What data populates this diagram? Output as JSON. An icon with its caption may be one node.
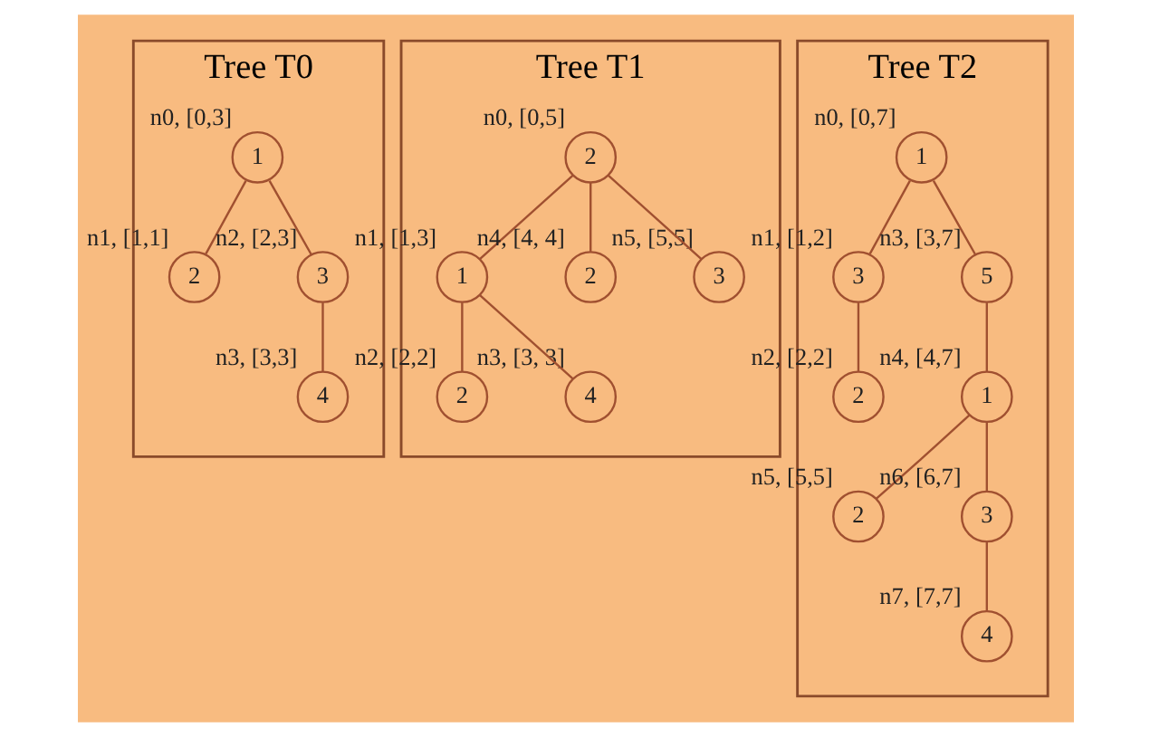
{
  "diagram": {
    "nodes": [
      {
        "text": [
          "Tree T0"
        ]
      },
      {
        "text": [
          "1"
        ],
        "in": 0,
        "beside": [
          "n0, [0,3]"
        ]
      },
      {
        "text": [
          "2"
        ],
        "in": 0,
        "beside": [
          "n1, [1,1]"
        ]
      },
      {
        "text": [
          "3"
        ],
        "in": 0,
        "beside": [
          "n2, [2,3]"
        ]
      },
      {
        "text": [
          "4"
        ],
        "in": 0,
        "beside": [
          "n3, [3,3]"
        ]
      },
      {
        "text": [
          "Tree T1"
        ]
      },
      {
        "text": [
          "2"
        ],
        "in": 5,
        "beside": [
          "n0, [0,5]"
        ]
      },
      {
        "text": [
          "1"
        ],
        "in": 5,
        "beside": [
          "n1, [1,3]"
        ]
      },
      {
        "text": [
          "2"
        ],
        "in": 5,
        "beside": [
          "n2, [2,2]"
        ]
      },
      {
        "text": [
          "4"
        ],
        "in": 5,
        "beside": [
          "n3, [3, 3]"
        ]
      },
      {
        "text": [
          "2"
        ],
        "in": 5,
        "beside": [
          "n4, [4, 4]"
        ]
      },
      {
        "text": [
          "3"
        ],
        "in": 5,
        "beside": [
          "n5, [5,5]"
        ]
      },
      {
        "text": [
          "Tree T2"
        ]
      },
      {
        "text": [
          "1"
        ],
        "in": 12,
        "beside": [
          "n0, [0,7]"
        ]
      },
      {
        "text": [
          "3"
        ],
        "in": 12,
        "beside": [
          "n1, [1,2]"
        ]
      },
      {
        "text": [
          "2"
        ],
        "in": 12,
        "beside": [
          "n2, [2,2]"
        ]
      },
      {
        "text": [
          "5"
        ],
        "in": 12,
        "beside": [
          "n3, [3,7]"
        ]
      },
      {
        "text": [
          "1"
        ],
        "in": 12,
        "beside": [
          "n4, [4,7]"
        ]
      },
      {
        "text": [
          "2"
        ],
        "in": 12,
        "beside": [
          "n5, [5,5]"
        ]
      },
      {
        "text": [
          "3"
        ],
        "in": 12,
        "beside": [
          "n6, [6,7]"
        ]
      },
      {
        "text": [
          "4"
        ],
        "in": 12,
        "beside": [
          "n7, [7,7]"
        ]
      }
    ],
    "edges": [
      {
        "from": 1,
        "to": 2,
        "arrow": "none"
      },
      {
        "from": 1,
        "to": 3,
        "arrow": "none"
      },
      {
        "from": 3,
        "to": 4,
        "arrow": "none"
      },
      {
        "from": 6,
        "to": 7,
        "arrow": "none"
      },
      {
        "from": 6,
        "to": 10,
        "arrow": "none"
      },
      {
        "from": 6,
        "to": 11,
        "arrow": "none"
      },
      {
        "from": 7,
        "to": 8,
        "arrow": "none"
      },
      {
        "from": 7,
        "to": 9,
        "arrow": "none"
      },
      {
        "from": 13,
        "to": 14,
        "arrow": "none"
      },
      {
        "from": 13,
        "to": 16,
        "arrow": "none"
      },
      {
        "from": 14,
        "to": 15,
        "arrow": "none"
      },
      {
        "from": 16,
        "to": 17,
        "arrow": "none"
      },
      {
        "from": 17,
        "to": 18,
        "arrow": "none"
      },
      {
        "from": 17,
        "to": 19,
        "arrow": "none"
      },
      {
        "from": 19,
        "to": 20,
        "arrow": "none"
      }
    ]
  }
}
